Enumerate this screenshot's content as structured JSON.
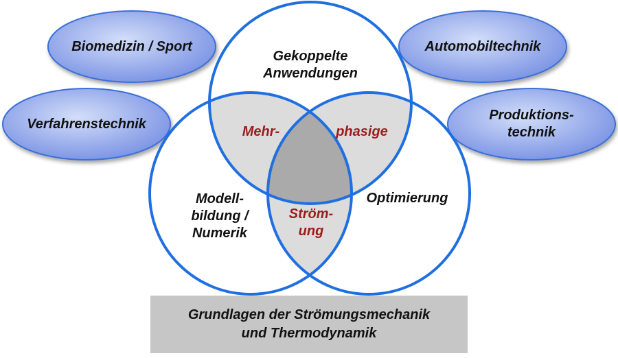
{
  "ovals": {
    "biomedizin": "Biomedizin / Sport",
    "automobil": "Automobiltechnik",
    "verfahren": "Verfahrenstechnik",
    "produktion": "Produktions-\ntechnik"
  },
  "circles": {
    "top": "Gekoppelte\nAnwendungen",
    "left": "Modell-\nbildung /\nNumerik",
    "right": "Optimierung"
  },
  "overlaps": {
    "top_left": "Mehr-",
    "top_right": "phasige",
    "bottom": "Ström-\nung"
  },
  "base": {
    "label": "Grundlagen der Strömungsmechanik\nund Thermodynamik"
  },
  "colors": {
    "circle_stroke": "#1f6fe0",
    "pair_overlap_fill": "#dcdcdc",
    "center_overlap_fill": "#aaaaaa",
    "oval_fill_light": "#c9d6f7",
    "oval_fill_dark": "#7d95e6",
    "oval_stroke": "#3b6fd6",
    "overlap_text": "#9b1c1c",
    "base_fill": "#c6c6c6"
  }
}
